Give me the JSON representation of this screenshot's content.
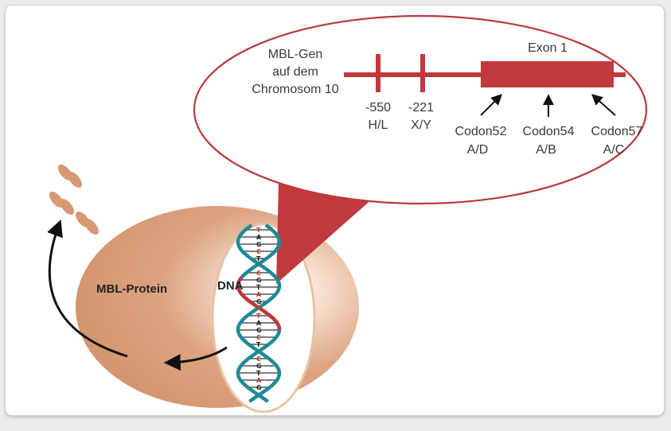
{
  "gene": {
    "title_lines": [
      "MBL-Gen",
      "auf dem",
      "Chromosom 10"
    ],
    "exon_label": "Exon 1",
    "promoter_markers": [
      {
        "pos": "-550",
        "alleles": "H/L"
      },
      {
        "pos": "-221",
        "alleles": "X/Y"
      }
    ],
    "codons": [
      {
        "name": "Codon52",
        "alleles": "A/D"
      },
      {
        "name": "Codon54",
        "alleles": "A/B"
      },
      {
        "name": "Codon57",
        "alleles": "A/C"
      }
    ]
  },
  "protein_label": "MBL-Protein",
  "dna_label": "DNA",
  "dna_bases": [
    "T",
    "A",
    "G",
    "C",
    "T",
    "A",
    "C",
    "G",
    "T",
    "A",
    "G",
    "C"
  ],
  "colors": {
    "red": "#c0393d",
    "teal": "#1f8a96",
    "protein": "#d69972",
    "outline": "#b83a3c"
  }
}
